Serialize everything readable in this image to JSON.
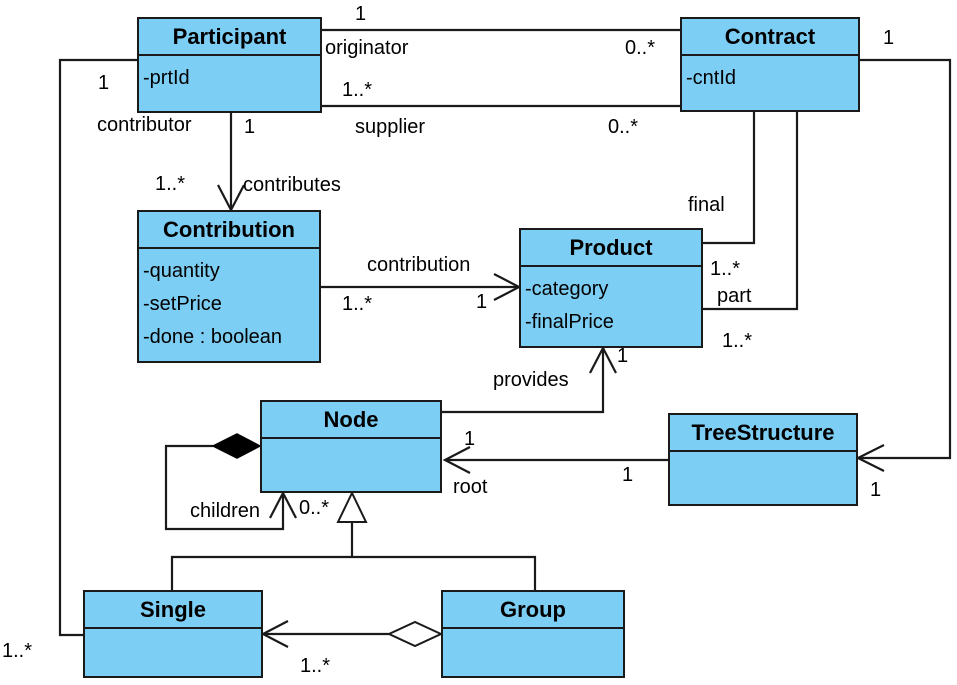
{
  "classes": {
    "participant": {
      "name": "Participant",
      "attributes": [
        "-prtId"
      ]
    },
    "contract": {
      "name": "Contract",
      "attributes": [
        "-cntId"
      ]
    },
    "contribution": {
      "name": "Contribution",
      "attributes": [
        "-quantity",
        "-setPrice",
        "-done : boolean"
      ]
    },
    "product": {
      "name": "Product",
      "attributes": [
        "-category",
        "-finalPrice"
      ]
    },
    "node": {
      "name": "Node",
      "attributes": []
    },
    "tree_structure": {
      "name": "TreeStructure",
      "attributes": []
    },
    "single": {
      "name": "Single",
      "attributes": []
    },
    "group": {
      "name": "Group",
      "attributes": []
    }
  },
  "labels": {
    "originator": "originator",
    "supplier": "supplier",
    "contributor": "contributor",
    "contributes": "contributes",
    "contribution": "contribution",
    "final": "final",
    "part": "part",
    "provides": "provides",
    "root": "root",
    "children": "children",
    "mult_originator_src": "1",
    "mult_originator_dst": "0..*",
    "mult_supplier_src": "1..*",
    "mult_supplier_dst": "0..*",
    "mult_contract_tree": "1",
    "mult_participant_single_top": "1",
    "mult_contributor_top": "1",
    "mult_contributor_bottom": "1..*",
    "mult_contribution_src": "1..*",
    "mult_contribution_dst": "1",
    "mult_final": "1..*",
    "mult_part": "1..*",
    "mult_provides": "1",
    "mult_root_node": "1",
    "mult_root_tree": "1",
    "mult_tree_in": "1",
    "mult_children": "0..*",
    "mult_single_left": "1..*",
    "mult_group_single": "1..*"
  },
  "colors": {
    "class_fill": "#7dcef4",
    "line": "#1a1a1a"
  }
}
